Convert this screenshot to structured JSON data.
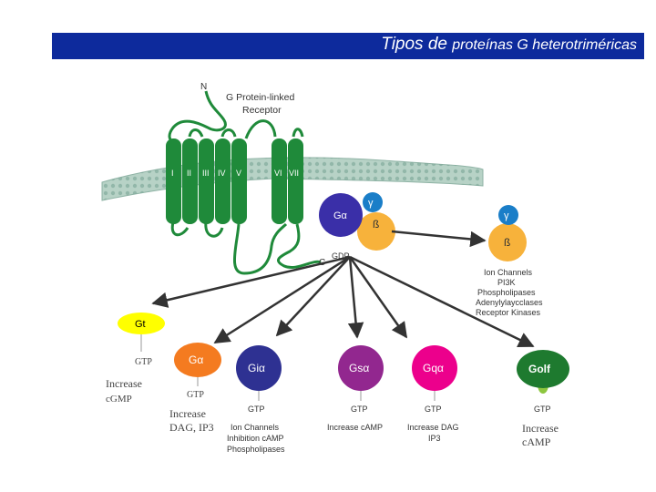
{
  "title": {
    "part1": "Tipos de",
    "part2": "proteínas G heterotriméricas"
  },
  "receptor": {
    "n_terminus": "N",
    "c_terminus": "C",
    "name_line1": "G Protein-linked",
    "name_line2": "Receptor",
    "helices": [
      "I",
      "II",
      "III",
      "IV",
      "V",
      "VI",
      "VII"
    ]
  },
  "heterotrimer": {
    "alpha": "Gα",
    "gamma": "γ",
    "beta": "ß",
    "gdp": "GDP"
  },
  "free_beta_gamma": {
    "gamma": "γ",
    "beta": "ß",
    "targets": [
      "Ion Channels",
      "PI3K",
      "Phospholipases",
      "Adenylylaycclases",
      "Receptor Kinases"
    ]
  },
  "subunits": [
    {
      "id": "gt",
      "label": "Gt",
      "gtp": "GTP",
      "effects": [
        "Increase",
        "cGMP"
      ],
      "color": "#ffff00",
      "text_color": "#000000"
    },
    {
      "id": "gq-orange",
      "label": "Gα",
      "gtp": "GTP",
      "effects": [
        "Increase",
        "DAG, IP3"
      ],
      "color": "#f47b20",
      "text_color": "#ffffff"
    },
    {
      "id": "gi",
      "label": "Giα",
      "gtp": "GTP",
      "effects": [
        "Ion Channels",
        "Inhibition cAMP",
        "Phospholipases"
      ],
      "color": "#2e3192",
      "text_color": "#ffffff"
    },
    {
      "id": "gs",
      "label": "Gsα",
      "gtp": "GTP",
      "effects": [
        "Increase cAMP"
      ],
      "color": "#92278f",
      "text_color": "#ffffff"
    },
    {
      "id": "gq",
      "label": "Gqα",
      "gtp": "GTP",
      "effects": [
        "Increase DAG",
        "IP3"
      ],
      "color": "#ec008c",
      "text_color": "#ffffff"
    },
    {
      "id": "golf",
      "label": "Golf",
      "gtp": "GTP",
      "effects": [
        "Increase",
        "cAMP"
      ],
      "color": "#1e7a2f",
      "text_color": "#ffffff"
    }
  ],
  "colors": {
    "title_bar": "#0d2a9c",
    "receptor": "#1f8a3a",
    "membrane": "#9bc1b5",
    "g_alpha": "#3a2fa8",
    "gamma": "#1a7ec8",
    "beta": "#f7b23b"
  }
}
